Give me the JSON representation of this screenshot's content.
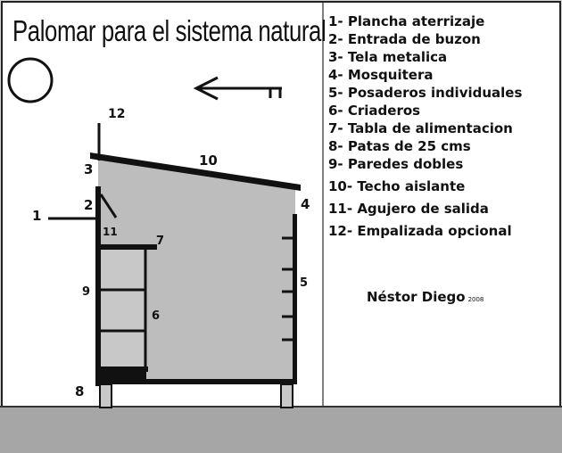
{
  "title": "Palomar para el sistema natural",
  "legend": [
    "1- Plancha aterrizaje",
    "2- Entrada de buzon",
    "3- Tela metalica",
    "4- Mosquitera",
    "5- Posaderos individuales",
    "6- Criaderos",
    "7- Tabla de alimentacion",
    "8- Patas de 25 cms",
    "9- Paredes dobles",
    "10- Techo aislante",
    "11- Agujero de salida",
    "12- Empalizada opcional"
  ],
  "author": {
    "name": "Néstor Diego",
    "year": "2008"
  },
  "callouts": {
    "n1": "1",
    "n2": "2",
    "n3": "3",
    "n4": "4",
    "n5": "5",
    "n6": "6",
    "n7": "7",
    "n8": "8",
    "n9": "9",
    "n10": "10",
    "n11": "11",
    "n12": "12"
  },
  "icons": {
    "sun": "sun-icon",
    "wind": "wind-arrow-icon"
  }
}
